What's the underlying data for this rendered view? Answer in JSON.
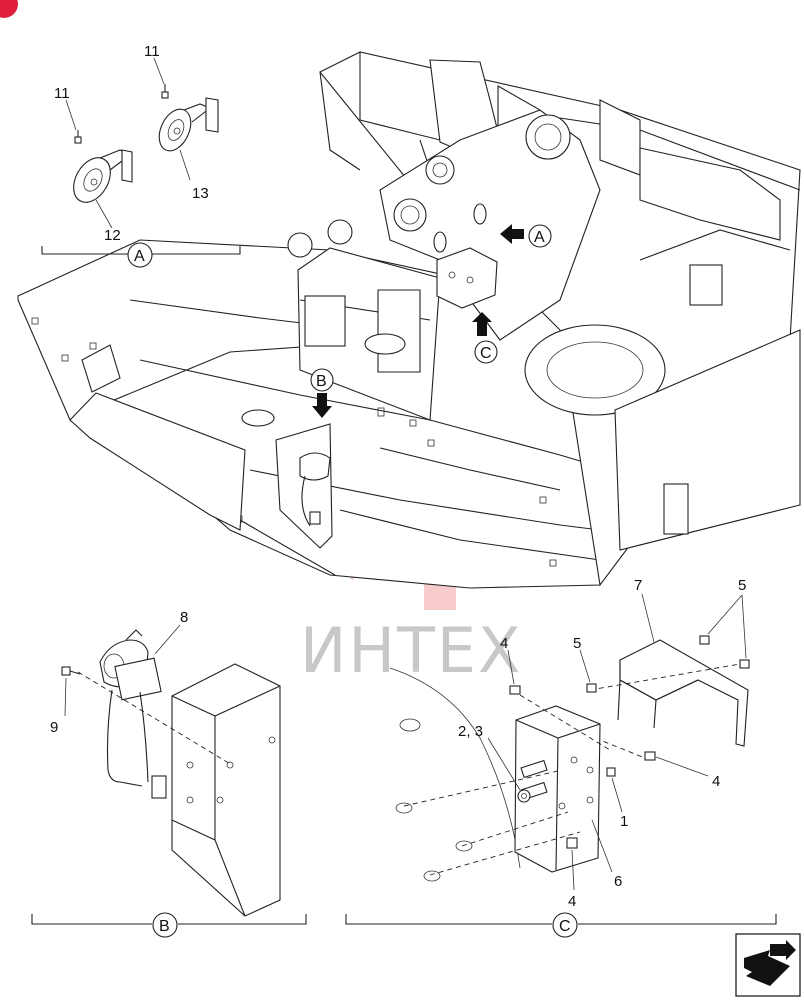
{
  "watermark": {
    "text": "ИНТЕХ",
    "logo_color": "#e8474d"
  },
  "callouts": {
    "A": "A",
    "B": "B",
    "C": "C"
  },
  "detail_a": {
    "label": "A",
    "parts": {
      "p11_left": "11",
      "p11_right": "11",
      "p12": "12",
      "p13": "13"
    }
  },
  "detail_b": {
    "label": "B",
    "parts": {
      "p8": "8",
      "p9": "9"
    }
  },
  "detail_c": {
    "label": "C",
    "parts": {
      "p1": "1",
      "p2_3": "2, 3",
      "p4_top": "4",
      "p4_right": "4",
      "p4_bottom": "4",
      "p5_left": "5",
      "p5_right": "5",
      "p6": "6",
      "p7": "7"
    }
  },
  "nav": {
    "icon": "next-page-arrow-icon"
  }
}
